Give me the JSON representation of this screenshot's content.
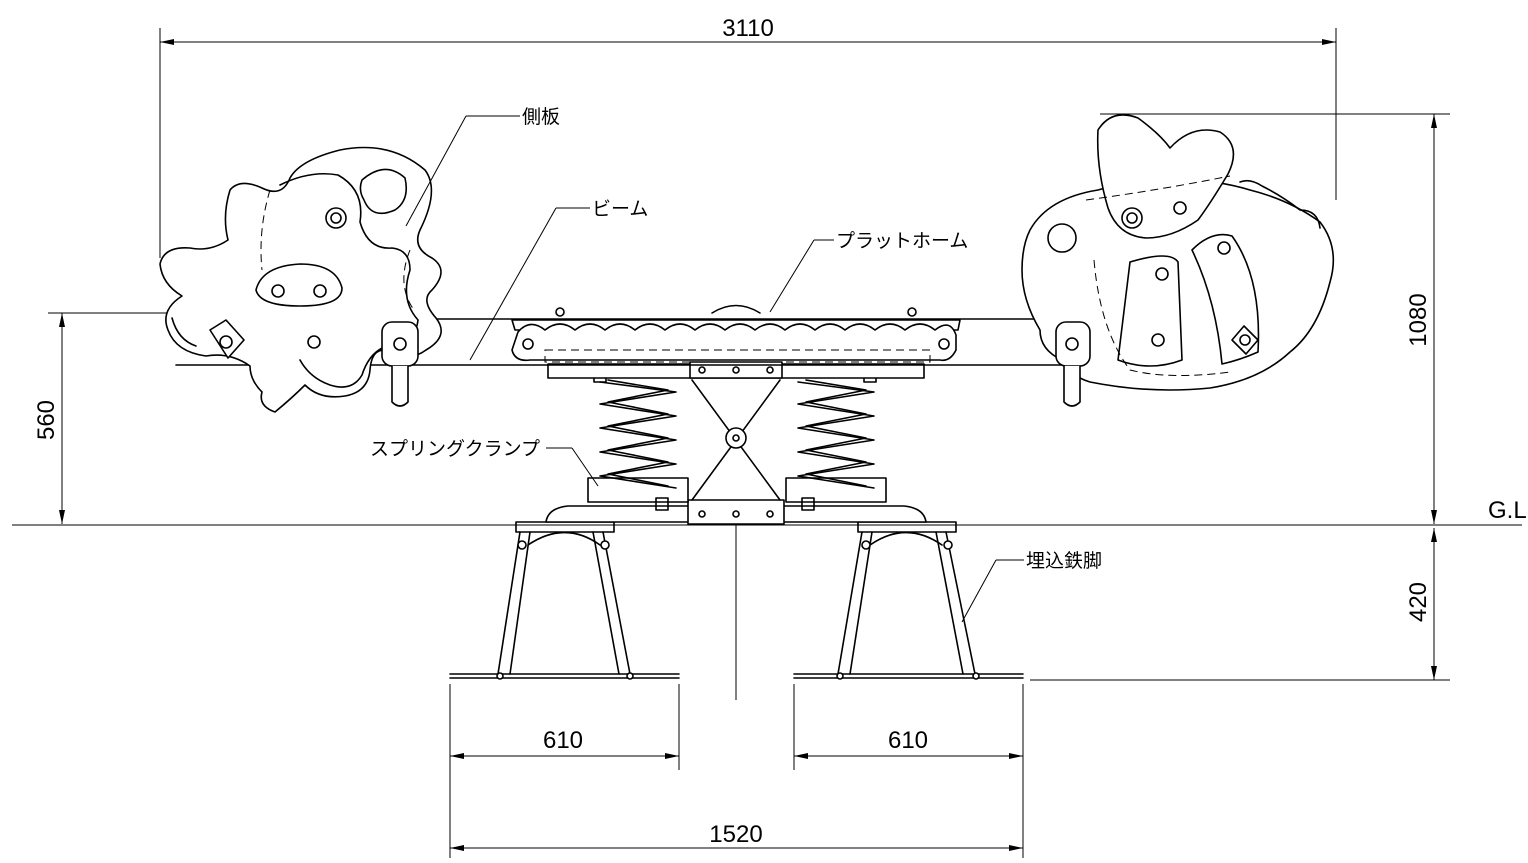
{
  "dimensions": {
    "overall_width": "3110",
    "height_total": "1080",
    "seat_height": "560",
    "embed_depth": "420",
    "foot_left": "610",
    "foot_right": "610",
    "foot_span": "1520"
  },
  "ground_label": "G.L",
  "labels": {
    "side_panel": "側板",
    "beam": "ビーム",
    "platform": "プラットホーム",
    "spring_clamp": "スプリングクランプ",
    "embedded_leg": "埋込鉄脚"
  }
}
